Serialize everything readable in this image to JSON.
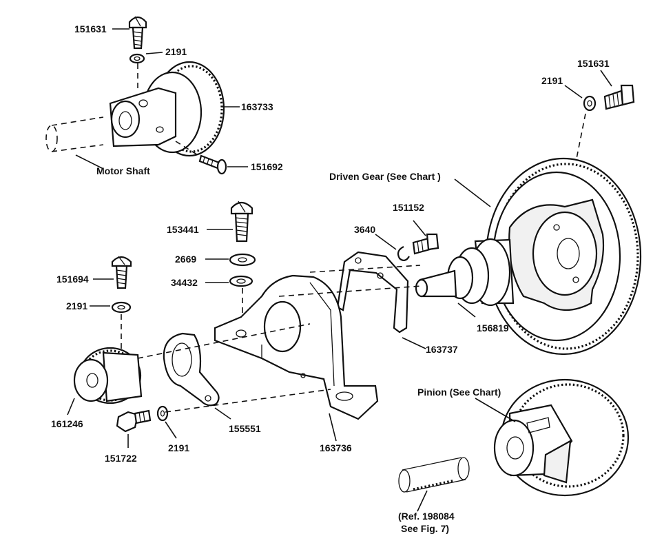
{
  "labels": {
    "screw_151631_top": "151631",
    "washer_2191_top": "2191",
    "pulley_163733": "163733",
    "setscrew_151692": "151692",
    "motor_shaft": "Motor Shaft",
    "screw_151631_right": "151631",
    "washer_2191_right": "2191",
    "driven_gear": "Driven Gear (See Chart )",
    "screw_151152": "151152",
    "clip_3640": "3640",
    "screw_153441": "153441",
    "washer_2669": "2669",
    "washer_34432": "34432",
    "screw_151694": "151694",
    "washer_2191_left": "2191",
    "shaft_156819": "156819",
    "bracket_163737": "163737",
    "gear_161246": "161246",
    "clamp_155551": "155551",
    "bracket_163736": "163736",
    "screw_151722": "151722",
    "washer_2191_bottom": "2191",
    "pinion": "Pinion (See Chart)",
    "ref_line1": "(Ref. 198084",
    "ref_line2": "See Fig. 7)"
  }
}
